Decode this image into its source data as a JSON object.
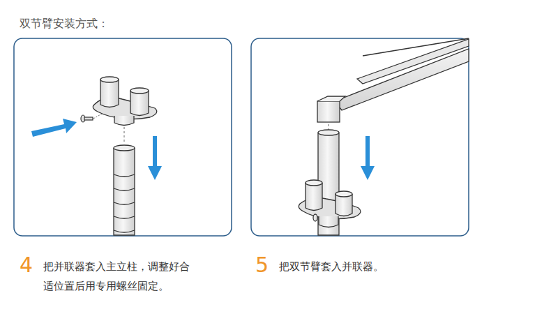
{
  "diagram": {
    "title": "双节臂安装方式：",
    "labels": [
      "4",
      "把并联器套入主立柱，调整好合 适位置后用专用螺丝固定。",
      "5",
      "把双节臂套入并联器。"
    ]
  }
}
